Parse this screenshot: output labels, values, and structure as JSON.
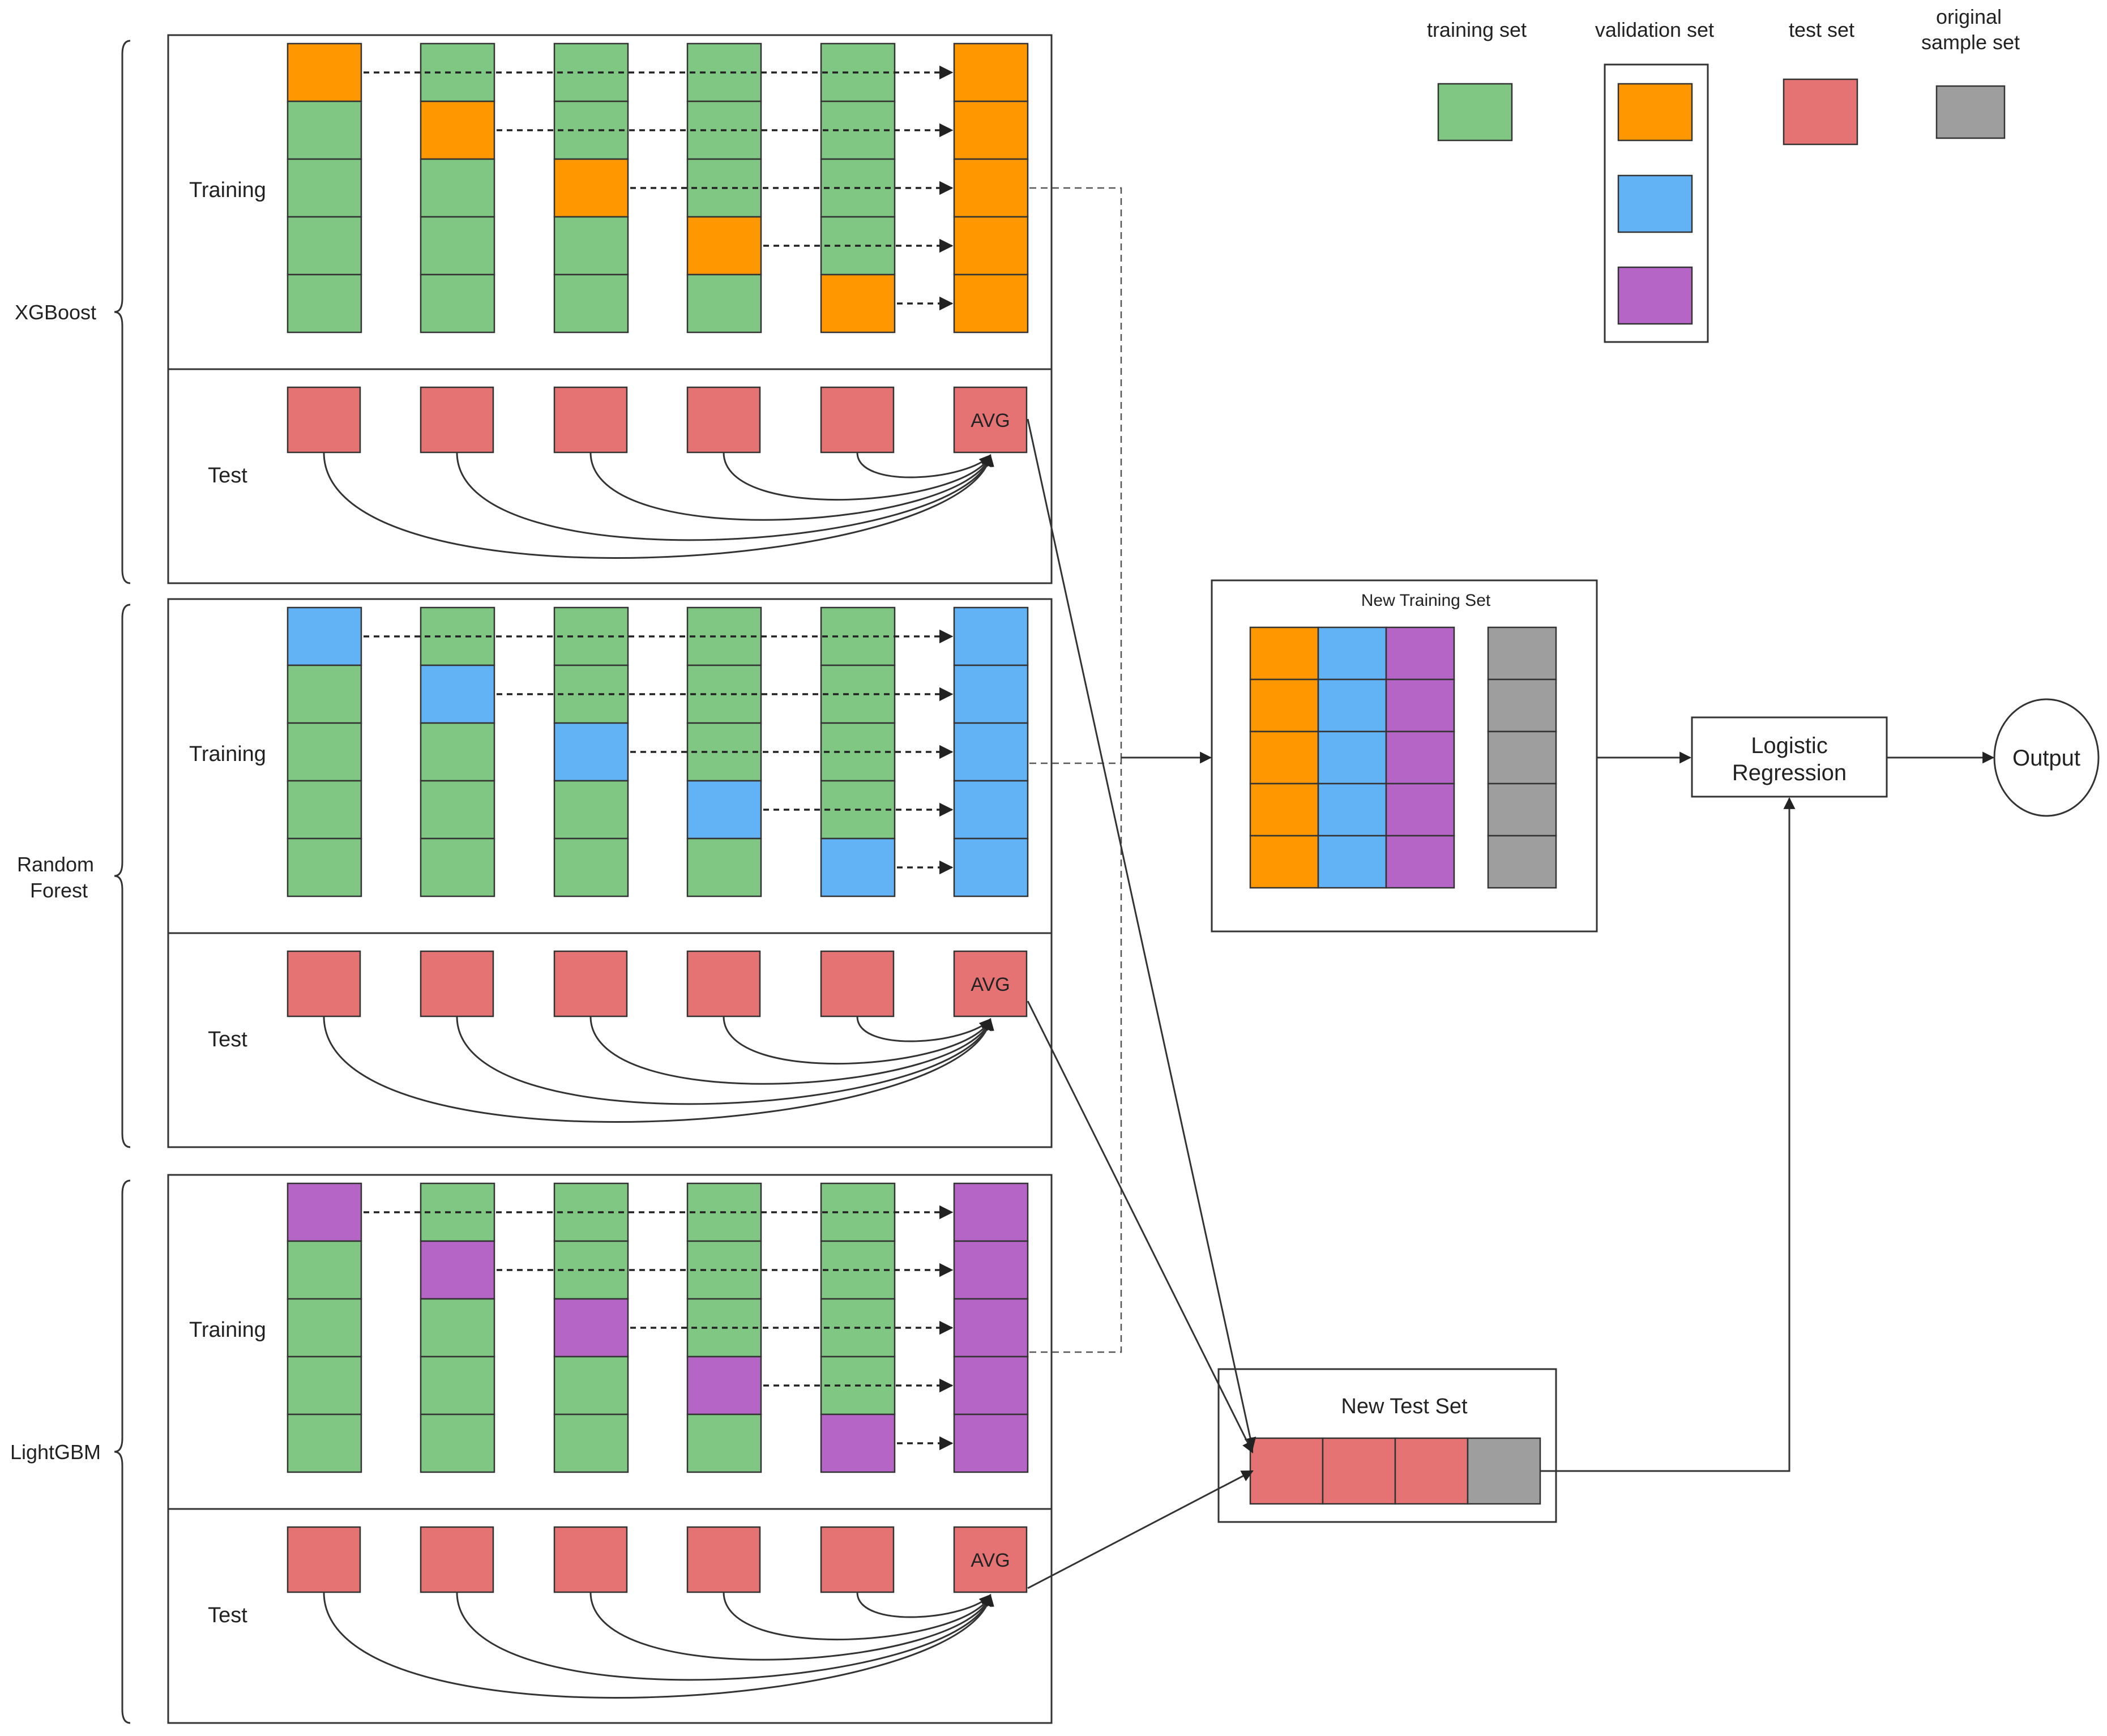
{
  "colors": {
    "train": "#7fc783",
    "val_xgboost": "#ff9800",
    "val_rf": "#62b3f5",
    "val_lgbm": "#b465c6",
    "test": "#e57373",
    "original": "#9e9e9e"
  },
  "legend": {
    "training_set": "training set",
    "validation_set": "validation set",
    "test_set": "test set",
    "original_sample_set_line1": "original",
    "original_sample_set_line2": "sample set"
  },
  "models": [
    {
      "name": "XGBoost",
      "name_line2": "",
      "training_label": "Training",
      "test_label": "Test",
      "avg_label": "AVG",
      "val_color_key": "val_xgboost"
    },
    {
      "name": "Random",
      "name_line2": "Forest",
      "training_label": "Training",
      "test_label": "Test",
      "avg_label": "AVG",
      "val_color_key": "val_rf"
    },
    {
      "name": "LightGBM",
      "name_line2": "",
      "training_label": "Training",
      "test_label": "Test",
      "avg_label": "AVG",
      "val_color_key": "val_lgbm"
    }
  ],
  "new_training_set": {
    "title": "New Training Set"
  },
  "new_test_set": {
    "title": "New Test Set"
  },
  "meta_model": {
    "line1": "Logistic",
    "line2": "Regression"
  },
  "output": {
    "label": "Output"
  }
}
